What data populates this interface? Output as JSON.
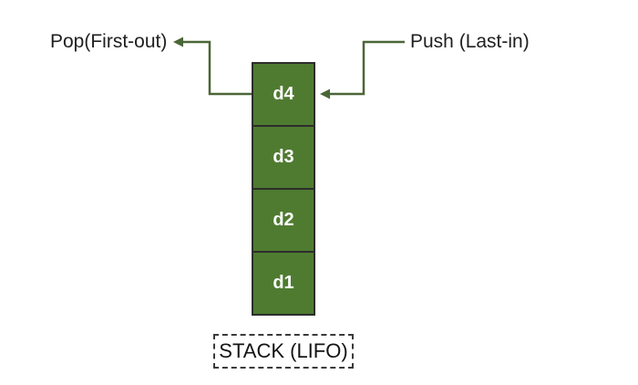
{
  "diagram": {
    "caption": "STACK (LIFO)",
    "pop_label": "Pop(First-out)",
    "push_label": "Push (Last-in)",
    "stack": {
      "cells": [
        {
          "label": "d4"
        },
        {
          "label": "d3"
        },
        {
          "label": "d2"
        },
        {
          "label": "d1"
        }
      ]
    },
    "colors": {
      "cell_fill": "#4f7b31",
      "cell_border": "#2d2d2d",
      "arrow": "#4a6637",
      "label_text": "#1f1f1f",
      "cell_text": "#ffffff"
    }
  }
}
